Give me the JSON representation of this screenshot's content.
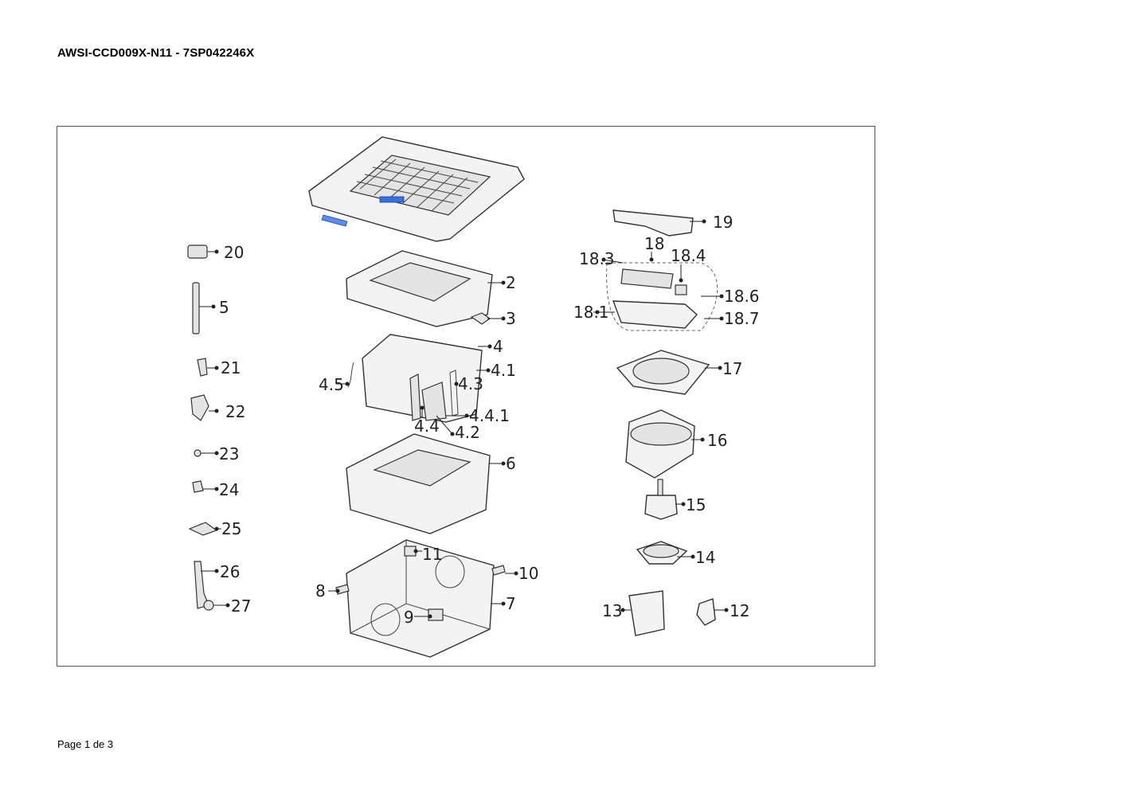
{
  "document": {
    "title": "AWSI-CCD009X-N11 - 7SP042246X",
    "footer": "Page 1 de 3"
  },
  "callouts": {
    "c2": "2",
    "c3": "3",
    "c4": "4",
    "c4_1": "4.1",
    "c4_2": "4.2",
    "c4_3": "4.3",
    "c4_4": "4.4",
    "c4_4_1": "4.4.1",
    "c4_5": "4.5",
    "c5": "5",
    "c6": "6",
    "c7": "7",
    "c8": "8",
    "c9": "9",
    "c10": "10",
    "c11": "11",
    "c12": "12",
    "c13": "13",
    "c14": "14",
    "c15": "15",
    "c16": "16",
    "c17": "17",
    "c18": "18",
    "c18_1": "18.1",
    "c18_3": "18.3",
    "c18_4": "18.4",
    "c18_6": "18.6",
    "c18_7": "18.7",
    "c19": "19",
    "c20": "20",
    "c21": "21",
    "c22": "22",
    "c23": "23",
    "c24": "24",
    "c25": "25",
    "c26": "26",
    "c27": "27"
  },
  "colors": {
    "highlight": "#3b6fe0"
  }
}
